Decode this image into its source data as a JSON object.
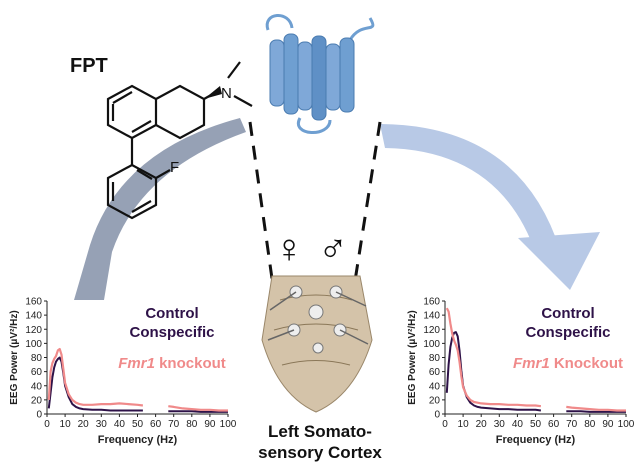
{
  "compound": {
    "name": "FPT",
    "atoms": {
      "nitrogen": "N",
      "fluorine": "F"
    }
  },
  "symbols": {
    "female": "♀",
    "male": "♂"
  },
  "region_label": {
    "line1": "Left Somato-",
    "line2": "sensory Cortex"
  },
  "colors": {
    "control": "#2e1248",
    "knockout": "#f08a8a",
    "arrow_left": "#8b97ad",
    "arrow_right": "#b8c9e6",
    "receptor": "#6f9fd1",
    "receptor_dark": "#4a7bb0"
  },
  "chart_data": [
    {
      "type": "line",
      "title": "",
      "xlabel": "Frequency (Hz)",
      "ylabel": "EEG Power (μV²/Hz)",
      "xlim": [
        0,
        100
      ],
      "ylim": [
        0,
        160
      ],
      "xticks": [
        "0",
        "10",
        "20",
        "30",
        "40",
        "50",
        "60",
        "70",
        "80",
        "90",
        "100"
      ],
      "yticks": [
        "0",
        "20",
        "40",
        "60",
        "80",
        "100",
        "120",
        "140",
        "160"
      ],
      "legend": {
        "line1": "Control",
        "line2": "Conspecific",
        "knockout_italic": "Fmr1",
        "knockout_rest": " knockout"
      },
      "gap": [
        55,
        65
      ],
      "series": [
        {
          "name": "Control Conspecific",
          "color": "#2e1248",
          "x": [
            1,
            2,
            3,
            4,
            5,
            6,
            7,
            8,
            9,
            10,
            12,
            14,
            16,
            18,
            20,
            25,
            30,
            35,
            40,
            45,
            50,
            53,
            67,
            70,
            75,
            80,
            85,
            90,
            95,
            100
          ],
          "y": [
            8,
            30,
            52,
            66,
            74,
            78,
            80,
            74,
            58,
            40,
            24,
            14,
            10,
            8,
            7,
            6,
            6,
            5,
            5,
            5,
            5,
            5,
            4,
            4,
            4,
            4,
            3,
            3,
            3,
            3
          ]
        },
        {
          "name": "Fmr1 knockout",
          "color": "#f08a8a",
          "x": [
            1,
            2,
            3,
            4,
            5,
            6,
            7,
            8,
            9,
            10,
            12,
            14,
            16,
            18,
            20,
            25,
            30,
            35,
            40,
            45,
            50,
            53,
            67,
            70,
            75,
            80,
            85,
            90,
            95,
            100
          ],
          "y": [
            20,
            60,
            72,
            78,
            82,
            90,
            92,
            84,
            64,
            44,
            28,
            20,
            16,
            14,
            13,
            13,
            14,
            14,
            15,
            14,
            13,
            12,
            11,
            10,
            8,
            7,
            6,
            6,
            5,
            5
          ]
        }
      ]
    },
    {
      "type": "line",
      "title": "",
      "xlabel": "Frequency (Hz)",
      "ylabel": "EEG Power (μV²/Hz)",
      "xlim": [
        0,
        100
      ],
      "ylim": [
        0,
        160
      ],
      "xticks": [
        "0",
        "10",
        "20",
        "30",
        "40",
        "50",
        "60",
        "70",
        "80",
        "90",
        "100"
      ],
      "yticks": [
        "0",
        "20",
        "40",
        "60",
        "80",
        "100",
        "120",
        "140",
        "160"
      ],
      "legend": {
        "line1": "Control",
        "line2": "Conspecific",
        "knockout_italic": "Fmr1",
        "knockout_rest": " Knockout"
      },
      "gap": [
        55,
        65
      ],
      "series": [
        {
          "name": "Control Conspecific",
          "color": "#2e1248",
          "x": [
            1,
            2,
            3,
            4,
            5,
            6,
            7,
            8,
            9,
            10,
            12,
            14,
            16,
            18,
            20,
            25,
            30,
            35,
            40,
            45,
            50,
            53,
            67,
            70,
            75,
            80,
            85,
            90,
            95,
            100
          ],
          "y": [
            30,
            70,
            95,
            108,
            115,
            116,
            110,
            90,
            62,
            40,
            24,
            16,
            12,
            10,
            9,
            8,
            7,
            7,
            6,
            6,
            6,
            5,
            4,
            4,
            4,
            3,
            3,
            3,
            3,
            3
          ]
        },
        {
          "name": "Fmr1 Knockout",
          "color": "#f08a8a",
          "x": [
            1,
            2,
            3,
            4,
            5,
            6,
            7,
            8,
            9,
            10,
            12,
            14,
            16,
            18,
            20,
            25,
            30,
            35,
            40,
            45,
            50,
            53,
            67,
            70,
            75,
            80,
            85,
            90,
            95,
            100
          ],
          "y": [
            150,
            145,
            128,
            114,
            104,
            98,
            90,
            74,
            54,
            38,
            26,
            20,
            17,
            16,
            15,
            14,
            14,
            13,
            13,
            12,
            12,
            11,
            10,
            9,
            8,
            7,
            6,
            6,
            5,
            5
          ]
        }
      ]
    }
  ]
}
